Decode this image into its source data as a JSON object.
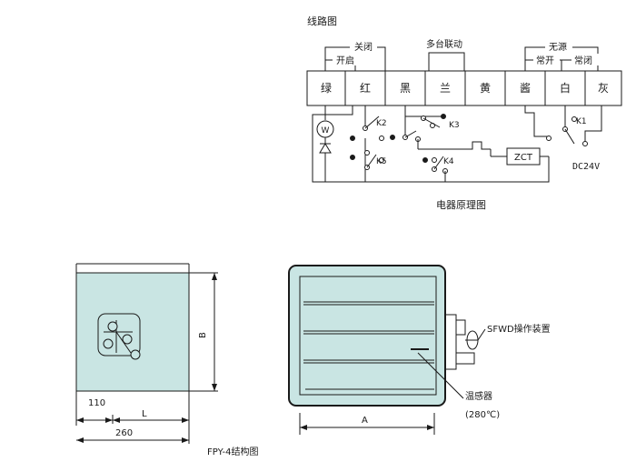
{
  "wiring": {
    "heading": "线路图",
    "group_close": "关闭",
    "group_open": "开启",
    "group_linkage": "多台联动",
    "group_passive": "无源",
    "group_no": "常开",
    "group_nc": "常闭",
    "terminals": [
      "绿",
      "红",
      "黑",
      "兰",
      "黄",
      "酱",
      "白",
      "灰"
    ],
    "motor": "W",
    "relays": [
      "K2",
      "K3",
      "K5",
      "K4",
      "K1"
    ],
    "zct": "ZCT",
    "voltage": "DC24V",
    "caption": "电器原理图"
  },
  "structure": {
    "dim_b": "B",
    "dim_110": "110",
    "dim_l": "L",
    "dim_260": "260",
    "dim_a": "A",
    "device_label": "SFWD操作装置",
    "sensor_label": "温感器",
    "sensor_temp": "(280℃)",
    "caption": "FPY-4结构图"
  },
  "colors": {
    "panel_fill": "#c9e5e3",
    "line": "#1a1a1a",
    "background": "#ffffff"
  }
}
